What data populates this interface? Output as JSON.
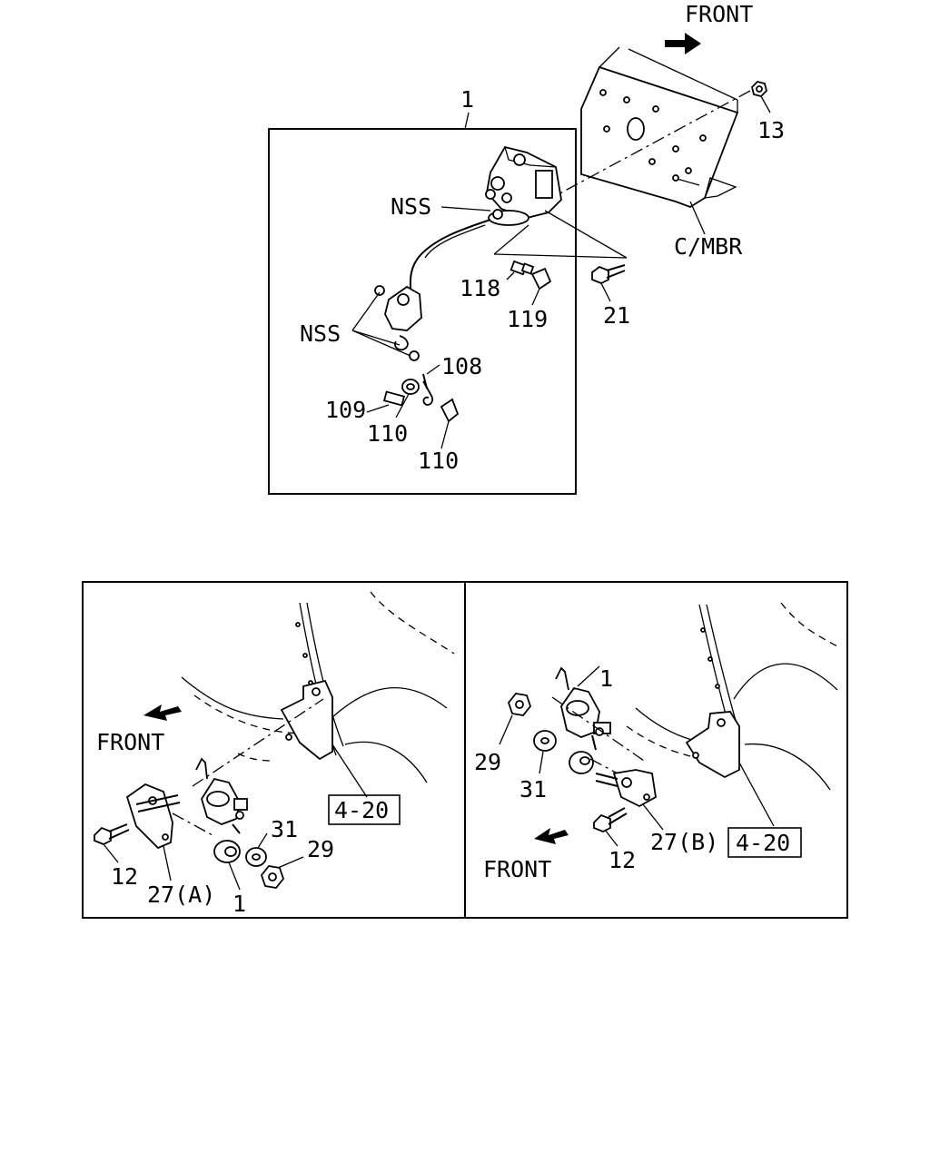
{
  "top": {
    "front": "FRONT",
    "box_callout": "1",
    "nss_upper": "NSS",
    "nss_lower": "NSS",
    "cmbr": "C/MBR",
    "c13": "13",
    "c21": "21",
    "c118": "118",
    "c119": "119",
    "c108": "108",
    "c109": "109",
    "c110a": "110",
    "c110b": "110"
  },
  "left": {
    "front": "FRONT",
    "ref": "4-20",
    "c31": "31",
    "c29": "29",
    "c12": "12",
    "c27": "27(A)",
    "c1": "1"
  },
  "right": {
    "c1": "1",
    "c29": "29",
    "c31": "31",
    "front": "FRONT",
    "c12": "12",
    "c27": "27(B)",
    "ref": "4-20"
  }
}
